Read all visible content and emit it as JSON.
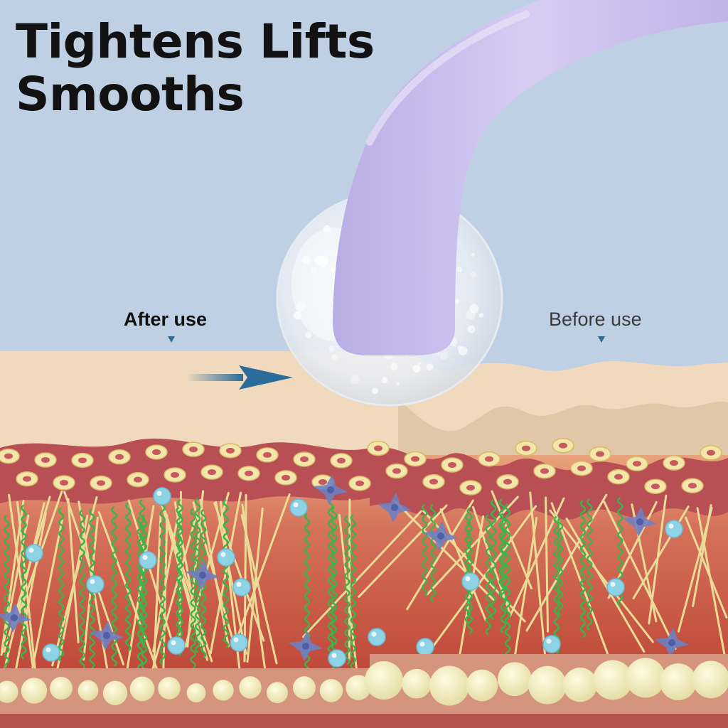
{
  "headline": {
    "line1": "Tightens Lifts",
    "line2": "Smooths"
  },
  "labels": {
    "after": "After use",
    "before": "Before use"
  },
  "colors": {
    "background": "#c0d0e4",
    "epidermis": "#f1d9bd",
    "dermis": "#c9614b",
    "cell_layer": "#b84f55",
    "fat": "#efeabb",
    "collagen": "#eadb97",
    "elastin": "#3ab54a",
    "droplet": "#8ed2e6",
    "fibroblast": "#6f7fc2",
    "device": "#cdc2ec",
    "arrow": "#2c6c9a"
  },
  "icons": {
    "roller": "crystal-roller-icon",
    "direction": "arrow-right-icon",
    "pointer": "triangle-down-icon"
  }
}
